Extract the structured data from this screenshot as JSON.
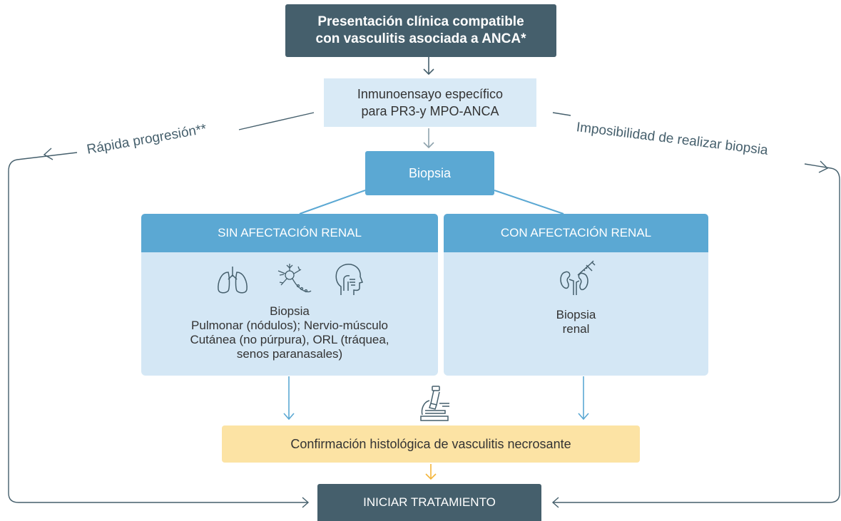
{
  "top_box": {
    "line1": "Presentación clínica compatible",
    "line2": "con vasculitis asociada a ANCA*"
  },
  "immuno_box": {
    "line1": "Inmunoensayo específico",
    "line2": "para PR3-y MPO-ANCA"
  },
  "biopsia_box": {
    "label": "Biopsia"
  },
  "left_panel": {
    "header": "SIN AFECTACIÓN RENAL",
    "icons": [
      "lungs-icon",
      "neuron-icon",
      "head-throat-icon"
    ],
    "lines": [
      "Biopsia",
      "Pulmonar (nódulos); Nervio-músculo",
      "Cutánea (no púrpura), ORL (tráquea,",
      "senos paranasales)"
    ]
  },
  "right_panel": {
    "header": "CON AFECTACIÓN RENAL",
    "icons": [
      "kidney-biopsy-icon"
    ],
    "lines": [
      "Biopsia",
      "renal"
    ]
  },
  "microscope_icon": "microscope-icon",
  "confirm_box": {
    "label": "Confirmación histológica de vasculitis necrosante"
  },
  "start_box": {
    "label": "INICIAR TRATAMIENTO"
  },
  "side_labels": {
    "left": "Rápida progresión**",
    "right": "Imposibilidad de realizar biopsia"
  },
  "colors": {
    "dark_slate": "#455f6c",
    "light_blue": "#d9eaf6",
    "mid_blue": "#5ba8d3",
    "panel_blue": "#d4e7f5",
    "yellow": "#fce3a4",
    "arrow_yellow": "#f3b53a"
  }
}
